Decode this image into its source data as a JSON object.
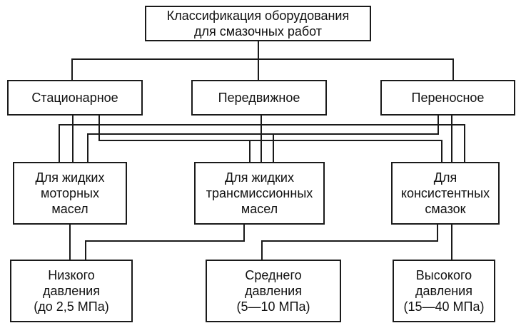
{
  "diagram": {
    "title_node": {
      "label": "Классификация оборудования\nдля смазочных работ"
    },
    "level2": [
      {
        "id": "stationary",
        "label": "Стационарное"
      },
      {
        "id": "mobile",
        "label": "Передвижное"
      },
      {
        "id": "portable",
        "label": "Переносное"
      }
    ],
    "level3": [
      {
        "id": "motor-oils",
        "label": "Для жидких\nмоторных\nмасел"
      },
      {
        "id": "transmission-oils",
        "label": "Для жидких\nтрансмиссионных\nмасел"
      },
      {
        "id": "greases",
        "label": "Для\nконсистентных\nсмазок"
      }
    ],
    "level4": [
      {
        "id": "low-pressure",
        "label": "Низкого\nдавления\n(до 2,5 МПа)"
      },
      {
        "id": "medium-pressure",
        "label": "Среднего\nдавления\n(5—10 МПа)"
      },
      {
        "id": "high-pressure",
        "label": "Высокого\nдавления\n(15—40 МПа)"
      }
    ],
    "colors": {
      "border": "#1a1a1a",
      "background": "#ffffff",
      "text": "#111111"
    }
  }
}
